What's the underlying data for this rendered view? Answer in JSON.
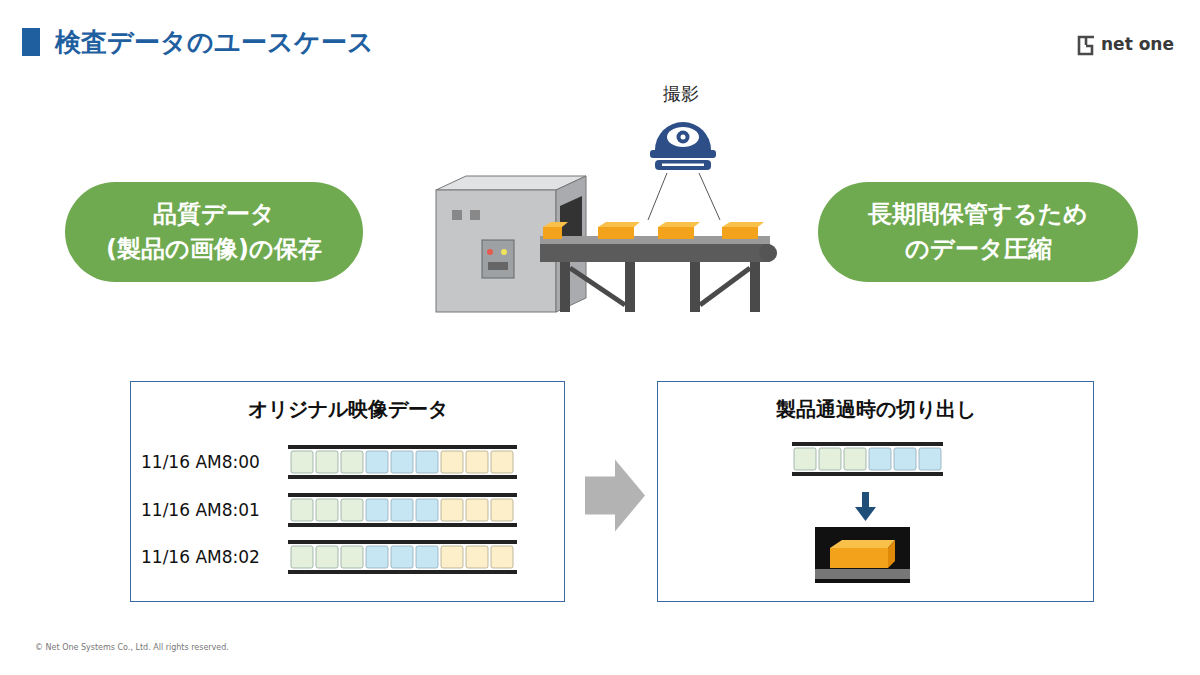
{
  "diagram": {
    "title": "検査データのユースケース",
    "nodes": [
      {
        "text": [
          "品質データ (製品の画像)の保存"
        ]
      },
      {
        "text": [
          "長期間保管するため のデータ圧縮"
        ]
      },
      {
        "text": [
          "オリジナル映像データ",
          "11/16 AM8:00",
          "11/16 AM8:01",
          "11/16 AM8:02"
        ]
      },
      {
        "text": [
          "製品通過時の切り出し"
        ]
      }
    ],
    "edges": [
      {
        "from": 2,
        "to": 3,
        "arrow": "to"
      }
    ],
    "labels": [
      "net one",
      "撮影",
      "© Net One Systems Co., Ltd. All rights reserved."
    ]
  }
}
